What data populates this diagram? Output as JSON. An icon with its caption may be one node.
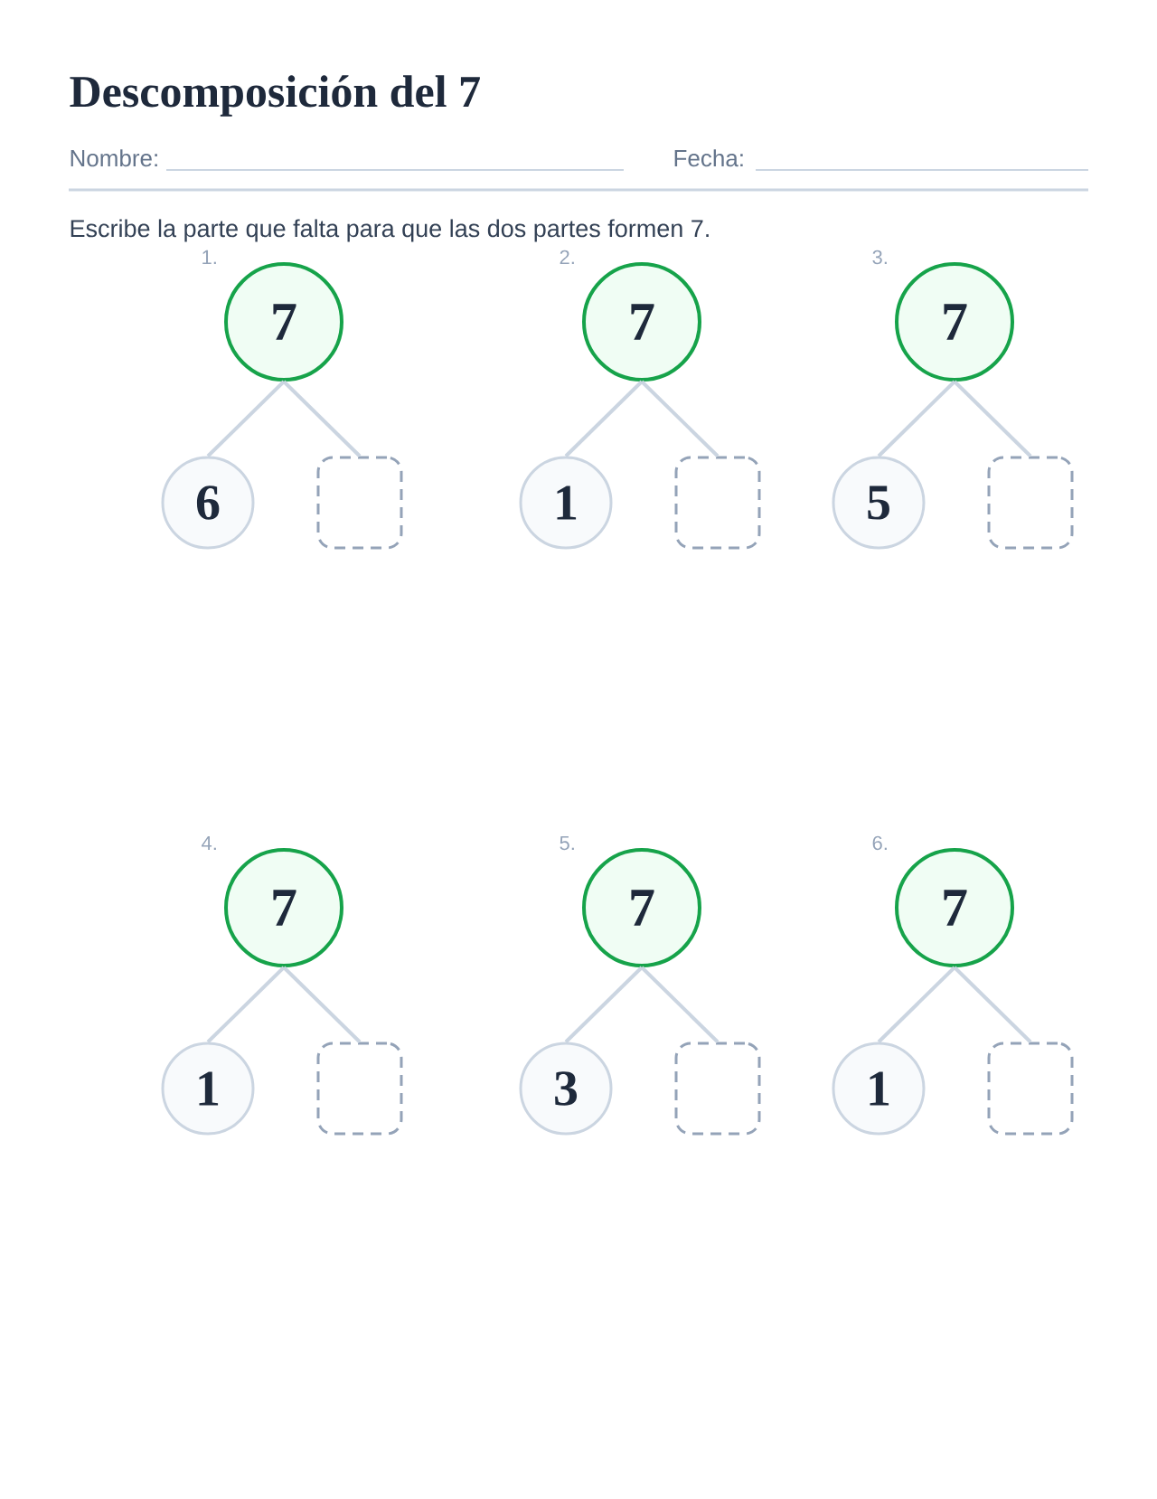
{
  "diagram": {
    "title": "Descomposición del 7",
    "nodes": [
      {
        "text": [
          "7"
        ]
      },
      {
        "text": [
          "6"
        ]
      },
      {
        "text": [],
        "shape": "box"
      },
      {
        "text": [
          "7"
        ]
      },
      {
        "text": [
          "1"
        ]
      },
      {
        "text": [],
        "shape": "box"
      },
      {
        "text": [
          "7"
        ]
      },
      {
        "text": [
          "5"
        ]
      },
      {
        "text": [],
        "shape": "box"
      },
      {
        "text": [
          "7"
        ]
      },
      {
        "text": [
          "1"
        ]
      },
      {
        "text": [],
        "shape": "box"
      },
      {
        "text": [
          "7"
        ]
      },
      {
        "text": [
          "3"
        ]
      },
      {
        "text": [],
        "shape": "box"
      },
      {
        "text": [
          "7"
        ]
      },
      {
        "text": [
          "1"
        ]
      },
      {
        "text": [],
        "shape": "box"
      }
    ],
    "edges": [
      {
        "from": 0,
        "to": 1,
        "arrow": "none"
      },
      {
        "from": 0,
        "to": 2,
        "arrow": "none"
      },
      {
        "from": 3,
        "to": 4,
        "arrow": "none"
      },
      {
        "from": 3,
        "to": 5,
        "arrow": "none"
      },
      {
        "from": 6,
        "to": 7,
        "arrow": "none"
      },
      {
        "from": 6,
        "to": 8,
        "arrow": "none"
      },
      {
        "from": 9,
        "to": 10,
        "arrow": "none"
      },
      {
        "from": 9,
        "to": 11,
        "arrow": "none"
      },
      {
        "from": 12,
        "to": 13,
        "arrow": "none"
      },
      {
        "from": 12,
        "to": 14,
        "arrow": "none"
      },
      {
        "from": 15,
        "to": 16,
        "arrow": "none"
      },
      {
        "from": 15,
        "to": 17,
        "arrow": "none"
      }
    ],
    "labels": [
      "Nombre:",
      "Fecha:",
      "Escribe la parte que falta para que las dos partes formen 7.",
      "1.",
      "2.",
      "3.",
      "4.",
      "5.",
      "6."
    ]
  }
}
